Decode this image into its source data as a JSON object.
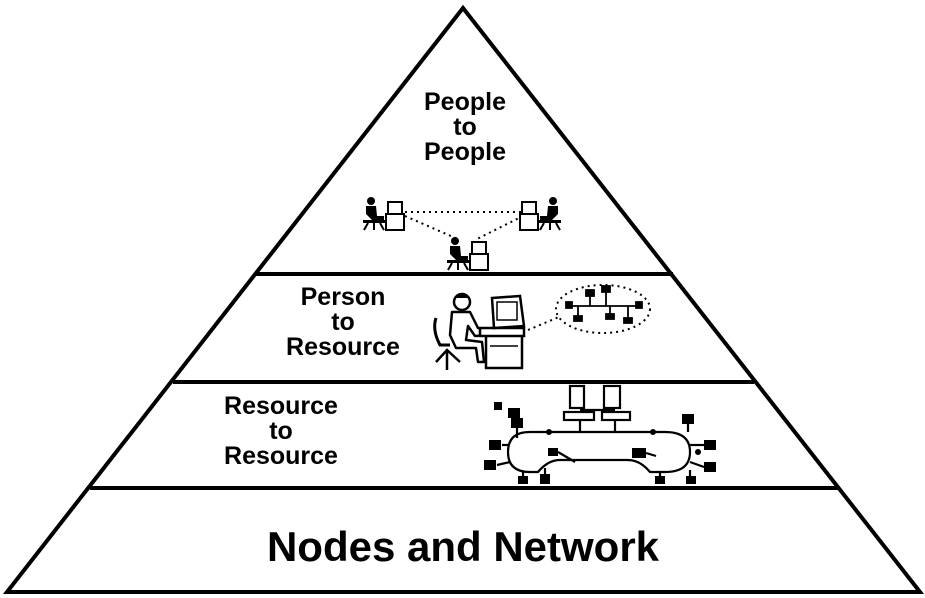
{
  "tiers": [
    {
      "lines": [
        "People",
        "to",
        "People"
      ]
    },
    {
      "lines": [
        "Person",
        "to",
        "Resource"
      ]
    },
    {
      "lines": [
        "Resource",
        "to",
        "Resource"
      ]
    },
    {
      "lines": [
        "Nodes and Network"
      ]
    }
  ],
  "icons": {
    "tier1": "three people at workstations linked by dotted lines",
    "tier2": "person at computer with thought bubble containing a network",
    "tier3": "network of computers and terminals on a ring"
  },
  "colors": {
    "line": "#000000",
    "background": "#ffffff"
  }
}
